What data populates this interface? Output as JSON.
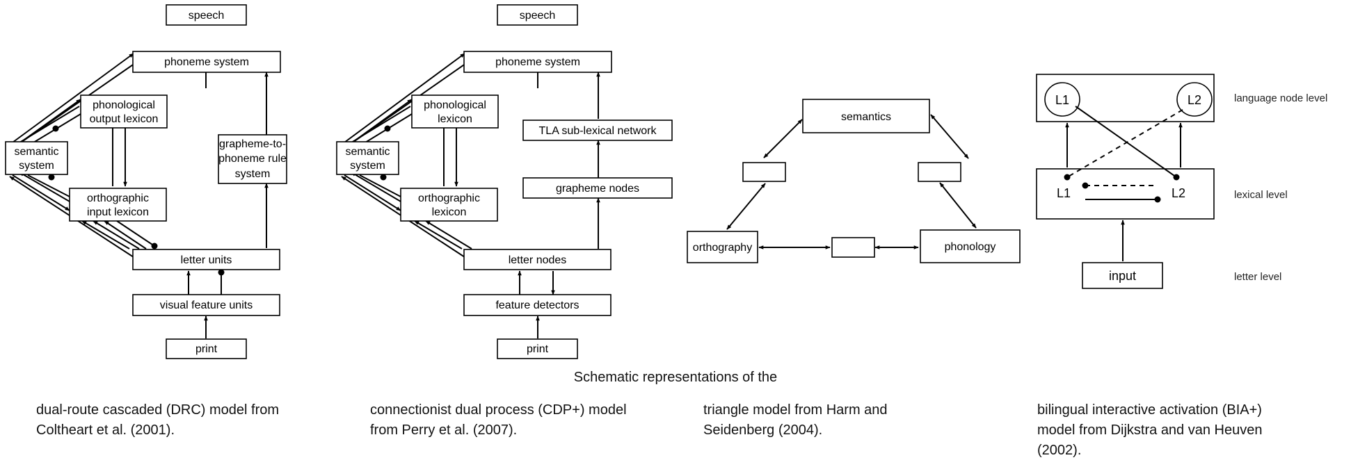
{
  "caption": "Schematic representations of the",
  "models": {
    "drc": {
      "caption": "dual-route cascaded (DRC) model from\nColtheart et al. (2001).",
      "speech": "speech",
      "phoneme": "phoneme system",
      "pol1": "phonological",
      "pol2": "output lexicon",
      "sem1": "semantic",
      "sem2": "system",
      "gpc1": "grapheme-to-",
      "gpc2": "phoneme rule",
      "gpc3": "system",
      "oil1": "orthographic",
      "oil2": "input lexicon",
      "letter": "letter units",
      "feature": "visual feature units",
      "print": "print"
    },
    "cdp": {
      "caption": "connectionist dual process (CDP+) model\nfrom Perry et al. (2007).",
      "speech": "speech",
      "phoneme": "phoneme system",
      "pl1": "phonological",
      "pl2": "lexicon",
      "sem1": "semantic",
      "sem2": "system",
      "tla": "TLA sub-lexical network",
      "ol1": "orthographic",
      "ol2": "lexicon",
      "grapheme": "grapheme nodes",
      "letter": "letter nodes",
      "feature": "feature detectors",
      "print": "print"
    },
    "triangle": {
      "caption": "triangle model from Harm and\nSeidenberg (2004).",
      "semantics": "semantics",
      "orthography": "orthography",
      "phonology": "phonology"
    },
    "bia": {
      "caption": "bilingual interactive activation (BIA+)\nmodel from Dijkstra and van Heuven\n(2002).",
      "l1": "L1",
      "l2": "L2",
      "input": "input",
      "level_language": "language node level",
      "level_lexical": "lexical level",
      "level_letter": "letter level"
    }
  }
}
